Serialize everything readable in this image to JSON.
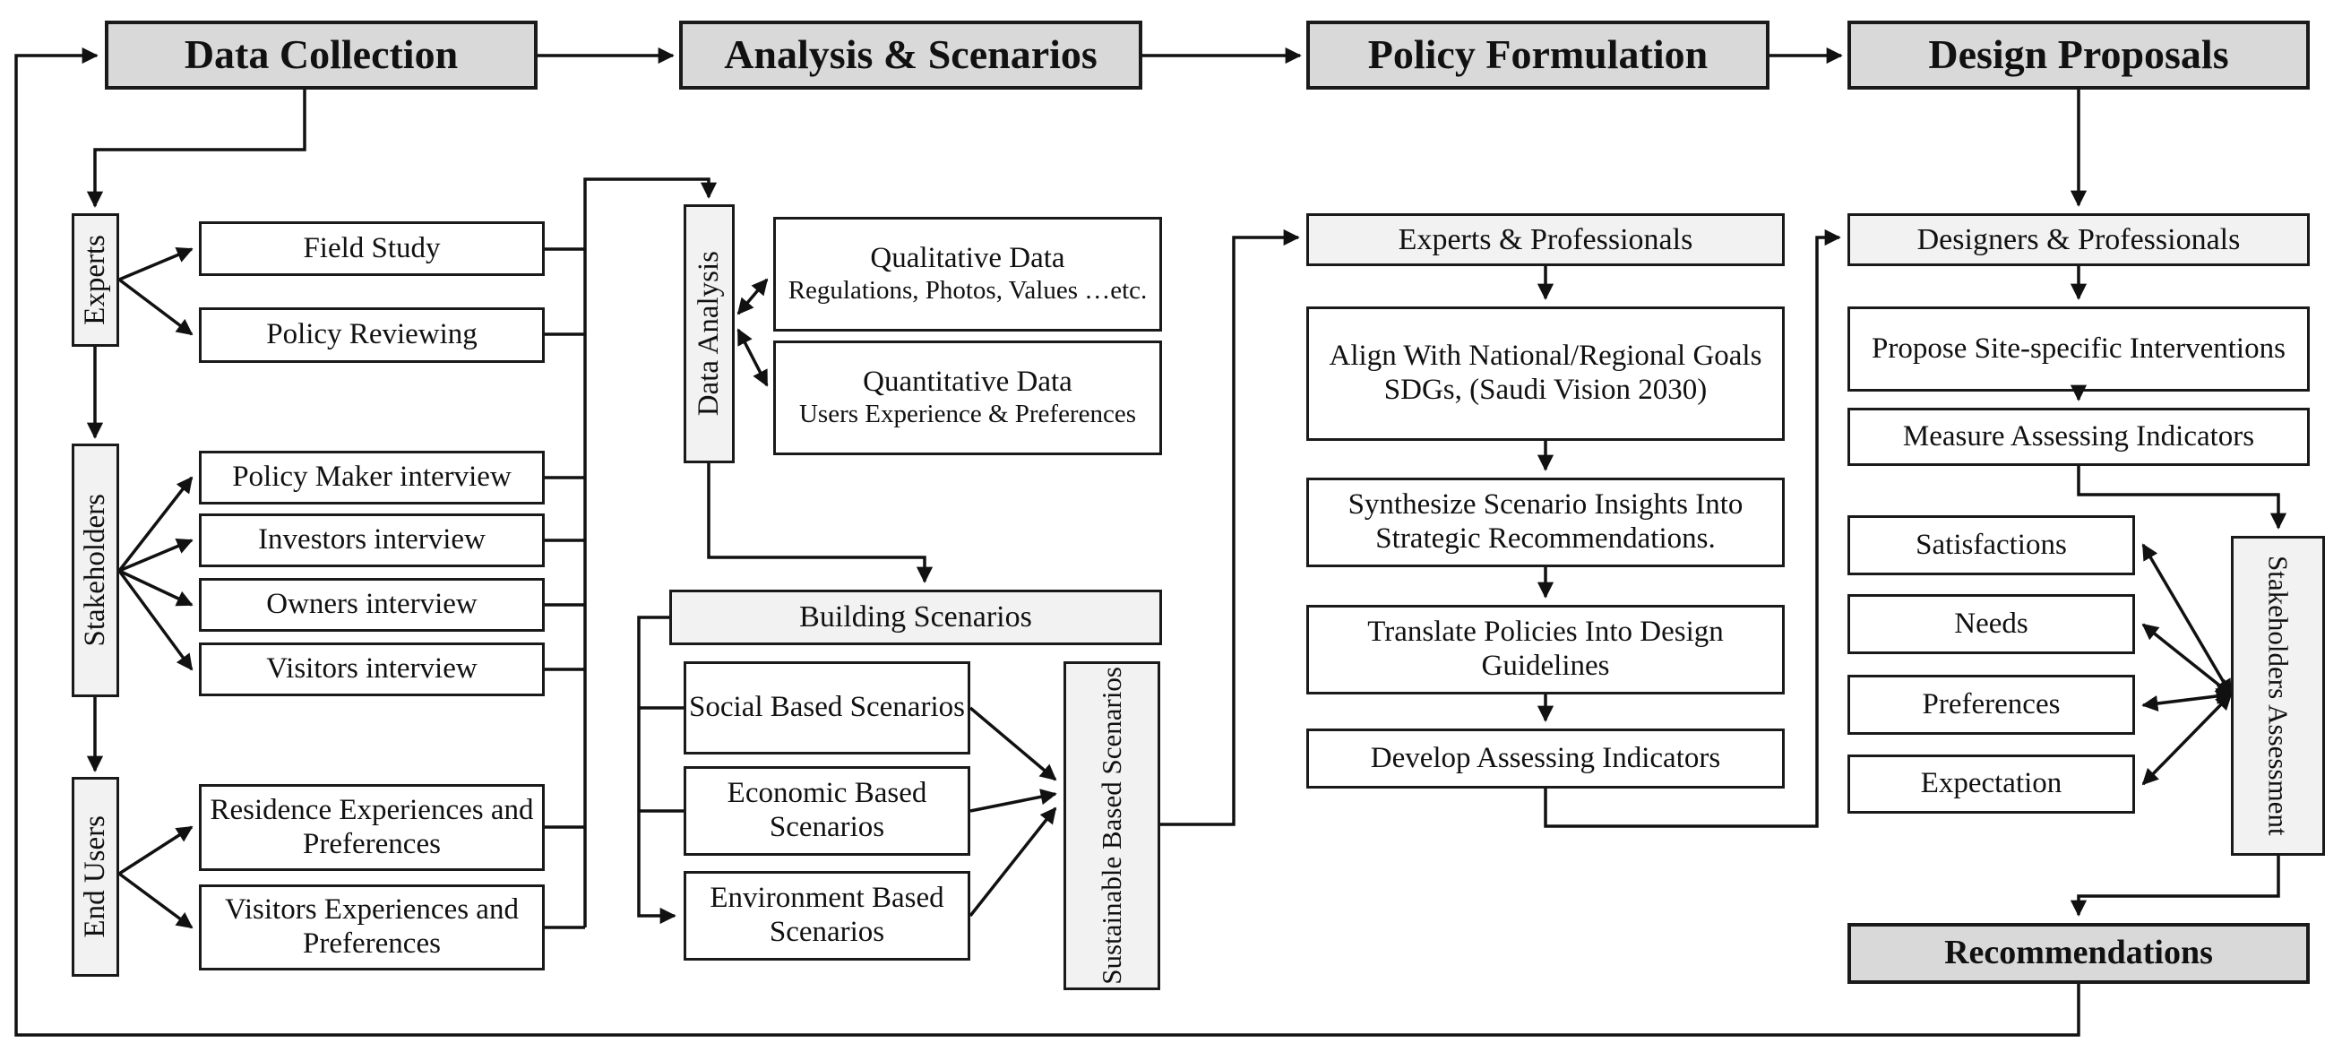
{
  "phases": {
    "data_collection": "Data Collection",
    "analysis_scenarios": "Analysis & Scenarios",
    "policy_formulation": "Policy Formulation",
    "design_proposals": "Design Proposals"
  },
  "collection": {
    "experts_label": "Experts",
    "field_study": "Field Study",
    "policy_reviewing": "Policy Reviewing",
    "stakeholders_label": "Stakeholders",
    "policy_maker_interview": "Policy Maker interview",
    "investors_interview": "Investors interview",
    "owners_interview": "Owners interview",
    "visitors_interview": "Visitors interview",
    "end_users_label": "End Users",
    "residence_experiences": "Residence Experiences and Preferences",
    "visitors_experiences": "Visitors Experiences and Preferences"
  },
  "analysis": {
    "data_analysis_label": "Data Analysis",
    "qualitative_title": "Qualitative Data",
    "qualitative_sub": "Regulations, Photos, Values …etc.",
    "quantitative_title": "Quantitative Data",
    "quantitative_sub": "Users Experience & Preferences",
    "building_scenarios": "Building Scenarios",
    "social_scenarios": "Social Based Scenarios",
    "economic_scenarios": "Economic Based Scenarios",
    "environment_scenarios": "Environment Based Scenarios",
    "sustainable_scenarios": "Sustainable Based Scenarios"
  },
  "policy": {
    "experts_professionals": "Experts & Professionals",
    "align_goals": "Align With National/Regional Goals",
    "align_sdgs": "SDGs, (Saudi Vision 2030)",
    "synthesize": "Synthesize Scenario Insights Into Strategic Recommendations.",
    "translate": "Translate Policies Into Design Guidelines",
    "develop": "Develop Assessing Indicators"
  },
  "design": {
    "designers_professionals": "Designers & Professionals",
    "propose": "Propose Site-specific Interventions",
    "measure": "Measure Assessing Indicators",
    "satisfactions": "Satisfactions",
    "needs": "Needs",
    "preferences": "Preferences",
    "expectation": "Expectation",
    "stakeholders_assessment": "Stakeholders Assessment",
    "recommendations": "Recommendations"
  },
  "colors": {
    "phase_fill": "#d9d9d9",
    "section_fill": "#f2f2f2",
    "leaf_fill": "#ffffff",
    "line": "#111111"
  }
}
